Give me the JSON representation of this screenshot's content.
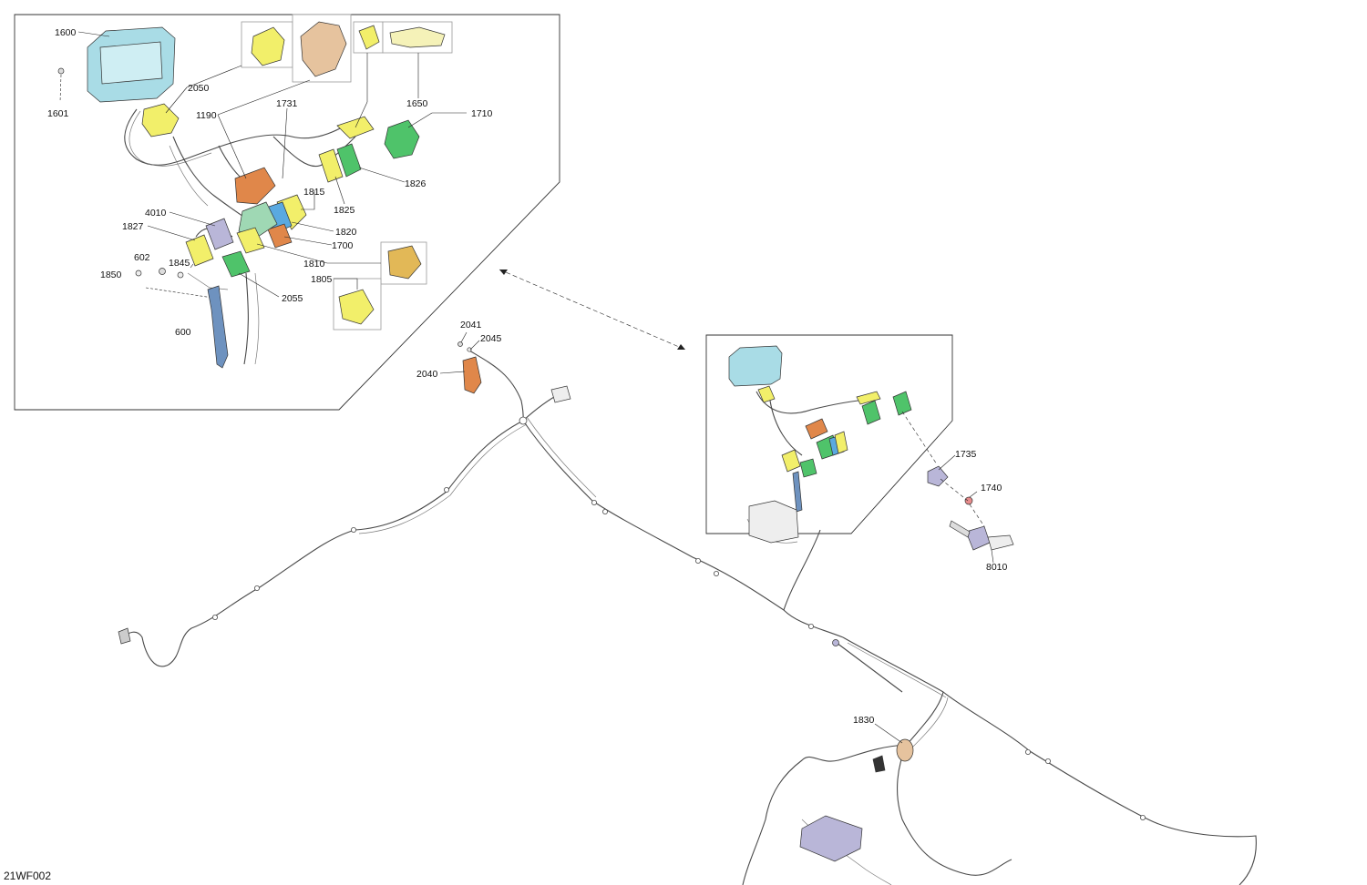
{
  "drawing_reference": "21WF002",
  "colors": {
    "display": "#a9dce6",
    "yellow": "#f2ef6a",
    "orange": "#e0874a",
    "green": "#4fc36a",
    "blue": "#5aa9e0",
    "gold": "#e2b857",
    "lavender": "#b9b6d8",
    "steel": "#6e92bf",
    "pink": "#e88c8c",
    "tan": "#e6c39e"
  },
  "callouts": {
    "c1600": "1600",
    "c1601": "1601",
    "c2050": "2050",
    "c1190": "1190",
    "c1731": "1731",
    "c1650": "1650",
    "c1710": "1710",
    "c1826": "1826",
    "c1825": "1825",
    "c1815": "1815",
    "c1820": "1820",
    "c1700": "1700",
    "c4010": "4010",
    "c1827": "1827",
    "c1810": "1810",
    "c602": "602",
    "c1845": "1845",
    "c1850": "1850",
    "c1805": "1805",
    "c2055": "2055",
    "c600": "600",
    "c2041": "2041",
    "c2045": "2045",
    "c2040": "2040",
    "c1735": "1735",
    "c1740": "1740",
    "c8010": "8010",
    "c1830": "1830"
  }
}
